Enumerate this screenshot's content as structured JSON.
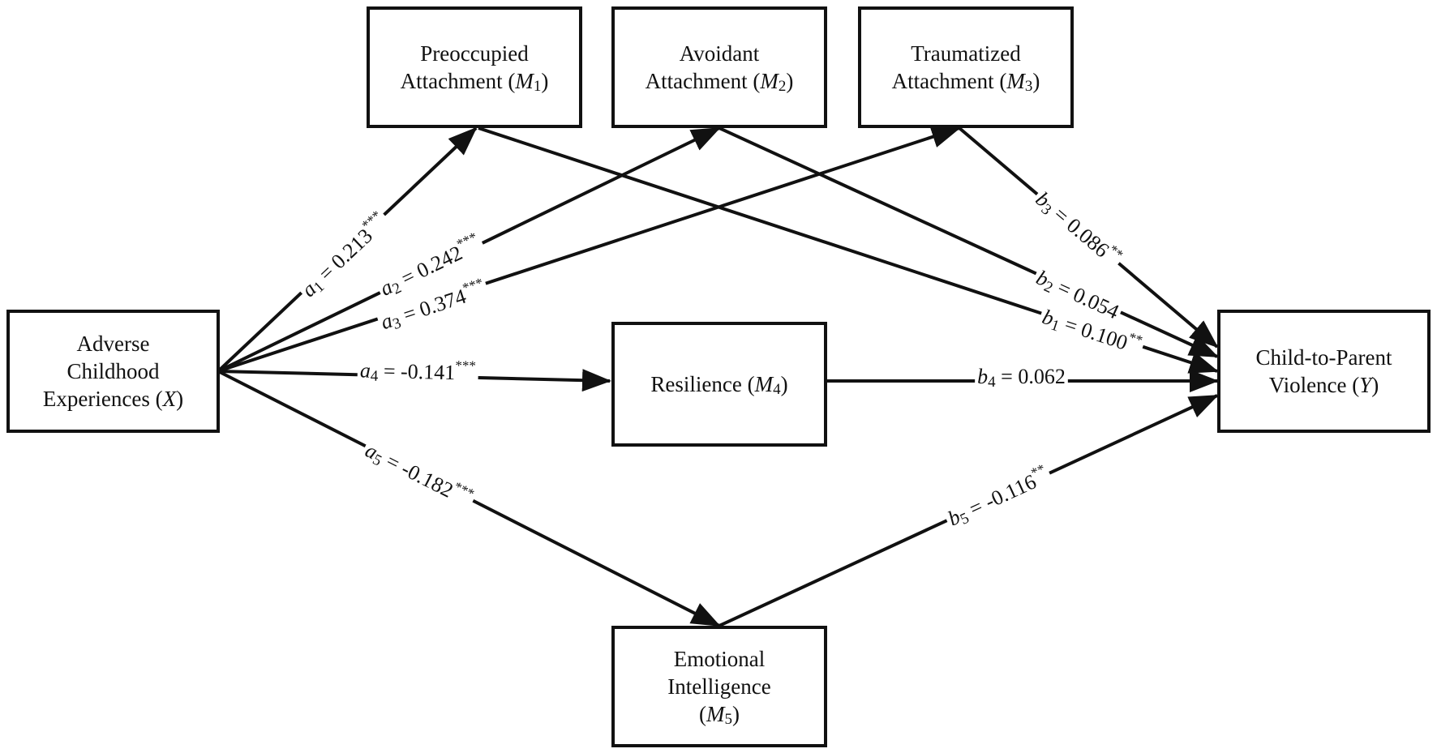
{
  "colors": {
    "stroke": "#111111",
    "background": "#ffffff"
  },
  "nodes": {
    "X": {
      "lines": [
        [
          {
            "t": "Adverse"
          }
        ],
        [
          {
            "t": "Childhood"
          }
        ],
        [
          {
            "t": "Experiences ("
          },
          {
            "t": "X",
            "i": true
          },
          {
            "t": ")"
          }
        ]
      ]
    },
    "M1": {
      "lines": [
        [
          {
            "t": "Preoccupied"
          }
        ],
        [
          {
            "t": "Attachment ("
          },
          {
            "t": "M",
            "i": true
          },
          {
            "t": "1",
            "sub": true
          },
          {
            "t": ")"
          }
        ]
      ]
    },
    "M2": {
      "lines": [
        [
          {
            "t": "Avoidant"
          }
        ],
        [
          {
            "t": "Attachment ("
          },
          {
            "t": "M",
            "i": true
          },
          {
            "t": "2",
            "sub": true
          },
          {
            "t": ")"
          }
        ]
      ]
    },
    "M3": {
      "lines": [
        [
          {
            "t": "Traumatized"
          }
        ],
        [
          {
            "t": "Attachment ("
          },
          {
            "t": "M",
            "i": true
          },
          {
            "t": "3",
            "sub": true
          },
          {
            "t": ")"
          }
        ]
      ]
    },
    "M4": {
      "lines": [
        [
          {
            "t": "Resilience ("
          },
          {
            "t": "M",
            "i": true
          },
          {
            "t": "4",
            "sub": true
          },
          {
            "t": ")"
          }
        ]
      ]
    },
    "M5": {
      "lines": [
        [
          {
            "t": "Emotional"
          }
        ],
        [
          {
            "t": "Intelligence"
          }
        ],
        [
          {
            "t": "("
          },
          {
            "t": "M",
            "i": true
          },
          {
            "t": "5",
            "sub": true
          },
          {
            "t": ")"
          }
        ]
      ]
    },
    "Y": {
      "lines": [
        [
          {
            "t": "Child-to-Parent"
          }
        ],
        [
          {
            "t": "Violence ("
          },
          {
            "t": "Y",
            "i": true
          },
          {
            "t": ")"
          }
        ]
      ]
    }
  },
  "paths": [
    {
      "id": "a1",
      "from": "X",
      "to": "M1",
      "coef": "a",
      "index": "1",
      "value": "0.213",
      "sig": "***"
    },
    {
      "id": "a2",
      "from": "X",
      "to": "M2",
      "coef": "a",
      "index": "2",
      "value": "0.242",
      "sig": "***"
    },
    {
      "id": "a3",
      "from": "X",
      "to": "M3",
      "coef": "a",
      "index": "3",
      "value": "0.374",
      "sig": "***"
    },
    {
      "id": "a4",
      "from": "X",
      "to": "M4",
      "coef": "a",
      "index": "4",
      "value": "-0.141",
      "sig": "***"
    },
    {
      "id": "a5",
      "from": "X",
      "to": "M5",
      "coef": "a",
      "index": "5",
      "value": "-0.182",
      "sig": "***"
    },
    {
      "id": "b1",
      "from": "M1",
      "to": "Y",
      "coef": "b",
      "index": "1",
      "value": "0.100",
      "sig": "**"
    },
    {
      "id": "b2",
      "from": "M2",
      "to": "Y",
      "coef": "b",
      "index": "2",
      "value": "0.054",
      "sig": ""
    },
    {
      "id": "b3",
      "from": "M3",
      "to": "Y",
      "coef": "b",
      "index": "3",
      "value": "0.086",
      "sig": "**"
    },
    {
      "id": "b4",
      "from": "M4",
      "to": "Y",
      "coef": "b",
      "index": "4",
      "value": "0.062",
      "sig": ""
    },
    {
      "id": "b5",
      "from": "M5",
      "to": "Y",
      "coef": "b",
      "index": "5",
      "value": "-0.116",
      "sig": "**"
    }
  ]
}
